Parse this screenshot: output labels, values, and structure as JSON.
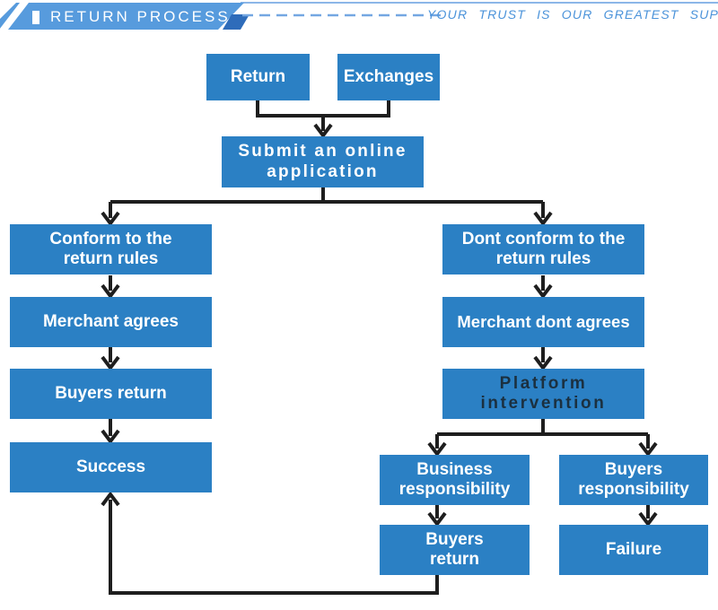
{
  "header": {
    "title": "RETURN PROCESS",
    "tagline": "YOUR TRUST IS OUR GREATEST SUPPORT",
    "banner_color": "#579bdd",
    "banner_fold_color": "#2e6cba",
    "tagline_color": "#4b93da"
  },
  "flow": {
    "box_color": "#2b80c4",
    "box_text_color": "#ffffff",
    "dark_text_color": "#1b3040",
    "arrow_color": "#1e1e1e",
    "nodes": {
      "return": "Return",
      "exchanges": "Exchanges",
      "submit": "Submit an online\napplication",
      "conform": "Conform to the\nreturn rules",
      "merchant_agrees": "Merchant agrees",
      "buyers_return": "Buyers return",
      "success": "Success",
      "dont_conform": "Dont conform to the\nreturn rules",
      "merchant_dont_agrees": "Merchant dont agrees",
      "platform": "Platform\nintervention",
      "business_responsibility": "Business\nresponsibility",
      "buyers_responsibility": "Buyers\nresponsibility",
      "buyers_return_final": "Buyers\nreturn",
      "failure": "Failure"
    }
  }
}
